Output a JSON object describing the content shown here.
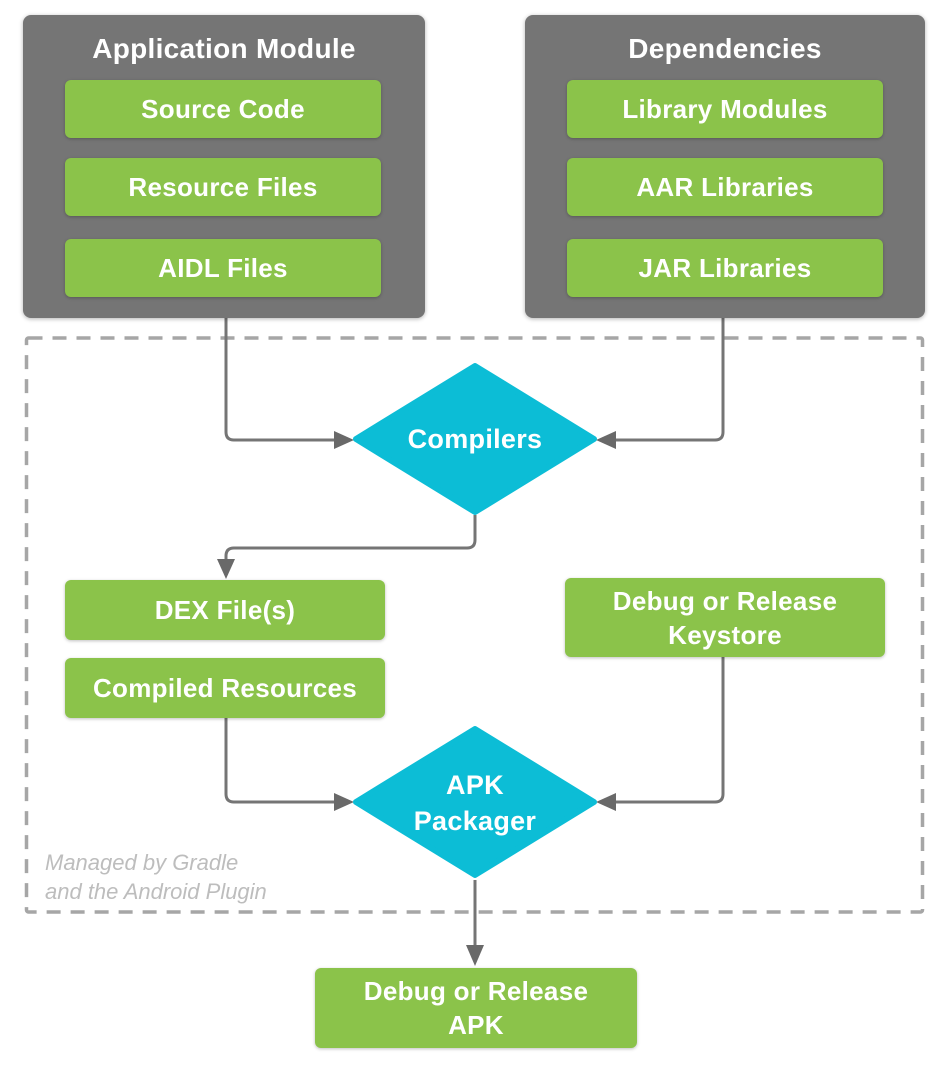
{
  "colors": {
    "green": "#8BC34A",
    "gray": "#757575",
    "cyan": "#0CBDD6",
    "wire": "#757575",
    "arrow": "#696969",
    "dashed": "#A6A6A6",
    "note": "#BDBDBD"
  },
  "app_module": {
    "title": "Application Module",
    "items": [
      "Source Code",
      "Resource Files",
      "AIDL Files"
    ]
  },
  "dependencies": {
    "title": "Dependencies",
    "items": [
      "Library Modules",
      "AAR Libraries",
      "JAR Libraries"
    ]
  },
  "process": {
    "compilers": "Compilers",
    "apk_packager": "APK Packager"
  },
  "artifacts": {
    "dex": "DEX File(s)",
    "compiled_resources": "Compiled Resources",
    "keystore": "Debug or Release Keystore",
    "output_apk": "Debug or Release APK"
  },
  "note": {
    "line1": "Managed by Gradle",
    "line2": "and the Android Plugin"
  }
}
